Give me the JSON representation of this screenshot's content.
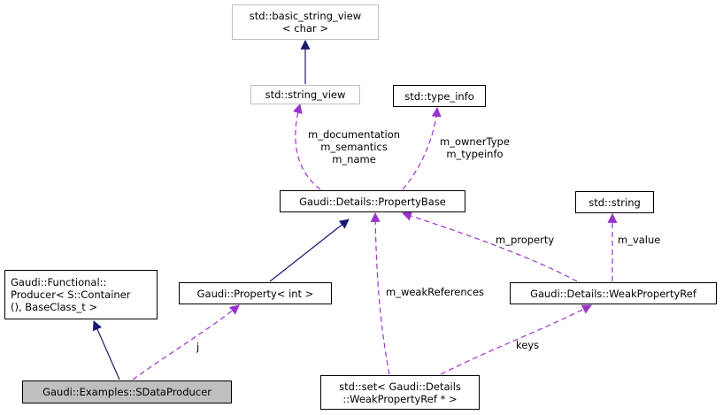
{
  "colors": {
    "inheritance": "#191970",
    "usage": "#9a32cd",
    "external_border": "#bfbfbf",
    "focus_fill": "#bfbfbf"
  },
  "nodes": {
    "basic_string_view": [
      "std::basic_string_view",
      "< char >"
    ],
    "string_view": [
      "std::string_view"
    ],
    "type_info": [
      "std::type_info"
    ],
    "property_base": [
      "Gaudi::Details::PropertyBase"
    ],
    "std_string": [
      "std::string"
    ],
    "producer": [
      "Gaudi::Functional::",
      "Producer< S::Container",
      "(), BaseClass_t >"
    ],
    "property_int": [
      "Gaudi::Property< int >"
    ],
    "weak_property_ref": [
      "Gaudi::Details::WeakPropertyRef"
    ],
    "sdata_producer": [
      "Gaudi::Examples::SDataProducer"
    ],
    "set_weak_refs": [
      "std::set< Gaudi::Details",
      "::WeakPropertyRef * >"
    ]
  },
  "edge_labels": {
    "doc_sem_name": [
      "m_documentation",
      "m_semantics",
      "m_name"
    ],
    "owner_typeinfo": [
      "m_ownerType",
      "m_typeinfo"
    ],
    "m_property": [
      "m_property"
    ],
    "m_value": [
      "m_value"
    ],
    "m_weakReferences": [
      "m_weakReferences"
    ],
    "j": [
      "j"
    ],
    "keys": [
      "keys"
    ]
  }
}
